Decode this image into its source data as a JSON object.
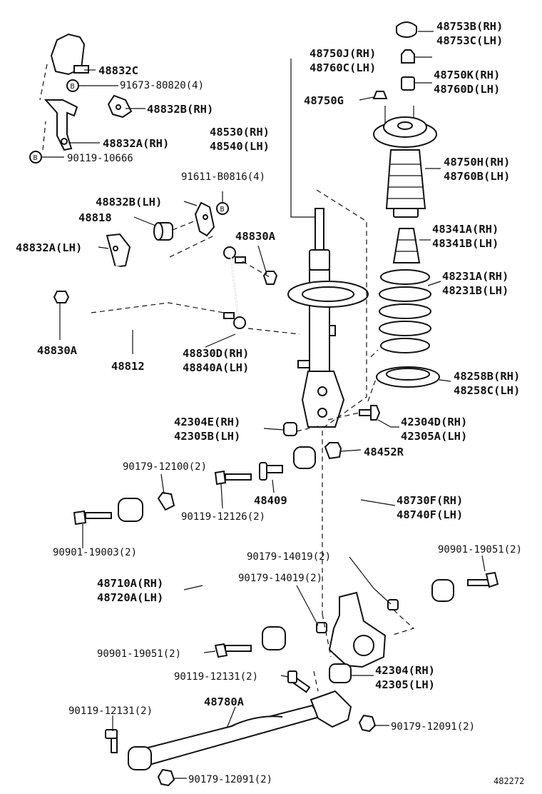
{
  "labels": {
    "l48753b": "48753B(RH)",
    "l48753c": "48753C(LH)",
    "l48750j": "48750J(RH)",
    "l48760c": "48760C(LH)",
    "l48750k": "48750K(RH)",
    "l48760d": "48760D(LH)",
    "l48750g": "48750G",
    "l48530": "48530(RH)",
    "l48540": "48540(LH)",
    "l48750h": "48750H(RH)",
    "l48760b": "48760B(LH)",
    "l48832c": "48832C",
    "l91673": "91673-80820(4)",
    "l48832b_rh": "48832B(RH)",
    "l48832a_rh": "48832A(RH)",
    "l90119_10666": "90119-10666",
    "l91611": "91611-B0816(4)",
    "l48832b_lh": "48832B(LH)",
    "l48818": "48818",
    "l48832a_lh": "48832A(LH)",
    "l48830a_upper": "48830A",
    "l48830a_lower": "48830A",
    "l48812": "48812",
    "l48830d": "48830D(RH)",
    "l48840a": "48840A(LH)",
    "l48341a": "48341A(RH)",
    "l48341b": "48341B(LH)",
    "l48231a": "48231A(RH)",
    "l48231b": "48231B(LH)",
    "l48258b": "48258B(RH)",
    "l48258c": "48258C(LH)",
    "l42304e": "42304E(RH)",
    "l42305b": "42305B(LH)",
    "l42304d": "42304D(RH)",
    "l42305a": "42305A(LH)",
    "l48452r": "48452R",
    "l90179_12100": "90179-12100(2)",
    "l48409": "48409",
    "l90119_12126": "90119-12126(2)",
    "l48730f": "48730F(RH)",
    "l48740f": "48740F(LH)",
    "l90901_19003": "90901-19003(2)",
    "l90179_14019_a": "90179-14019(2)",
    "l90179_14019_b": "90179-14019(2)",
    "l90901_19051_r": "90901-19051(2)",
    "l48710a": "48710A(RH)",
    "l48720a": "48720A(LH)",
    "l90901_19051_l": "90901-19051(2)",
    "l90119_12131_a": "90119-12131(2)",
    "l42304": "42304(RH)",
    "l42305": "42305(LH)",
    "l90119_12131_b": "90119-12131(2)",
    "l48780a": "48780A",
    "l90179_12091_r": "90179-12091(2)",
    "l90179_12091_b": "90179-12091(2)",
    "diagram_code": "482272",
    "bolt_marker": "B"
  },
  "icons": {
    "bolt_marker": "circled-letter-b-icon"
  }
}
